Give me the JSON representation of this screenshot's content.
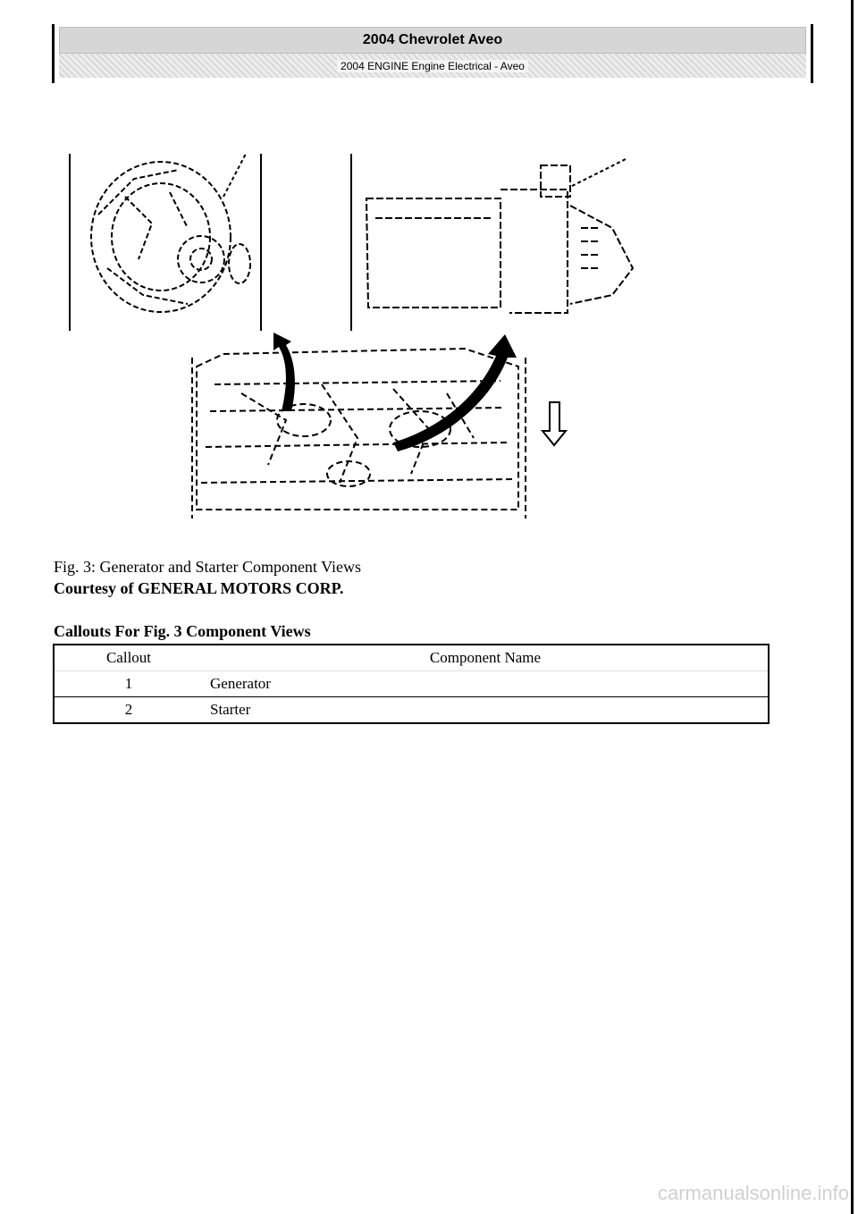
{
  "header": {
    "title": "2004 Chevrolet Aveo",
    "subtitle": "2004 ENGINE Engine Electrical - Aveo"
  },
  "figure": {
    "caption": "Fig. 3: Generator and Starter Component Views",
    "credit": "Courtesy of GENERAL MOTORS CORP."
  },
  "callouts": {
    "title": "Callouts For Fig. 3 Component Views",
    "columns": [
      "Callout",
      "Component Name"
    ],
    "rows": [
      {
        "callout": "1",
        "name": "Generator"
      },
      {
        "callout": "2",
        "name": "Starter"
      }
    ]
  },
  "watermark": "carmanualsonline.info"
}
